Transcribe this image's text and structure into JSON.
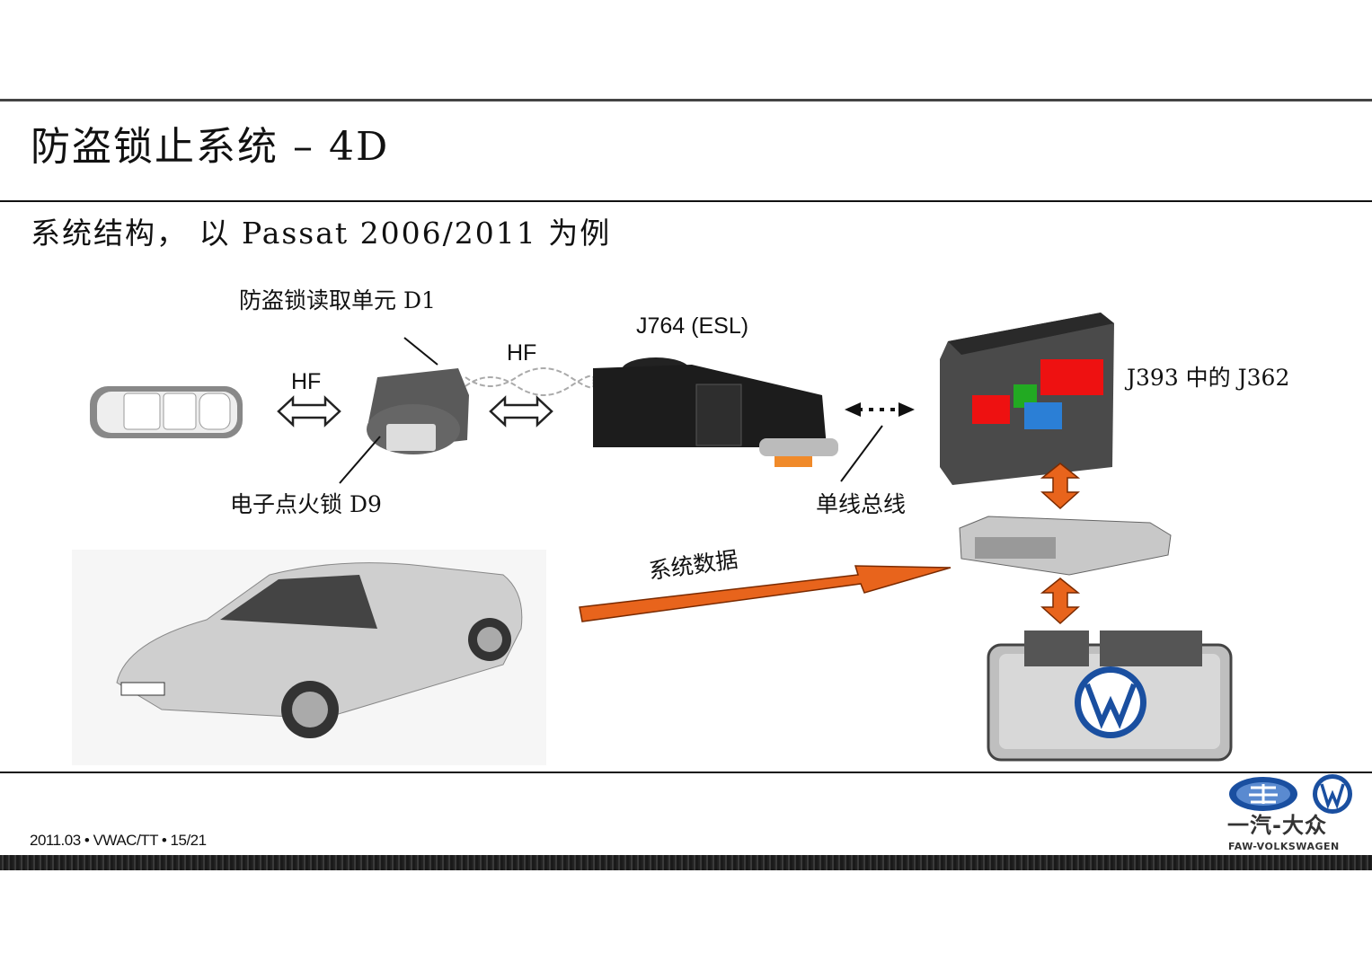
{
  "title": "防盗锁止系统 – 4D",
  "subtitle": "系统结构， 以 Passat 2006/2011 为例",
  "labels": {
    "reader_unit": "防盗锁读取单元 D1",
    "ignition_lock": "电子点火锁 D9",
    "esl": "J764 (ESL)",
    "j393": "J393 中的 J362",
    "single_wire_bus": "单线总线",
    "system_data": "系统数据",
    "hf_left": "HF",
    "hf_right": "HF"
  },
  "footer": {
    "text": "2011.03 • VWAC/TT • 15/21",
    "logo_cn": "一汽-大众",
    "logo_en": "FAW-VOLKSWAGEN"
  },
  "colors": {
    "arrow_orange": "#e8641c",
    "vw_blue": "#1a4fa0"
  }
}
